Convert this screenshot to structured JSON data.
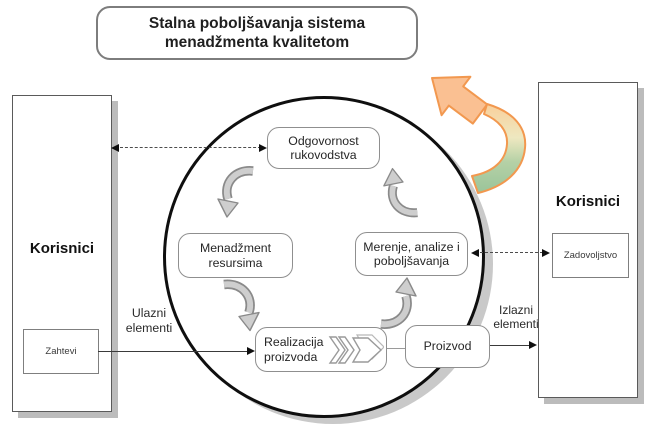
{
  "title": "Stalna poboljšavanja sistema menadžmenta kvalitetom",
  "left_panel": {
    "label": "Korisnici",
    "requirements_label": "Zahtevi",
    "input_flow_label": "Ulazni elementi"
  },
  "right_panel": {
    "label": "Korisnici",
    "satisfaction_label": "Zadovoljstvo",
    "output_flow_label": "Izlazni elementi"
  },
  "cycle_nodes": {
    "responsibility": "Odgovornost rukovodstva",
    "resources": "Menadžment resursima",
    "measurement": "Merenje, analize i poboljšavanja",
    "realization": "Realizacija proizvoda",
    "product": "Proizvod"
  },
  "icons": {
    "cycle_arrow": "curved-gray-cycle-arrow",
    "improvement_arrow": "orange-green-improvement-arrow",
    "process_chevrons": "right-chevron-process-arrows"
  },
  "colors": {
    "improvement_arrow_border": "#f2984f",
    "improvement_arrow_top": "#fbd4a0",
    "improvement_arrow_bottom": "#9cc49a",
    "circle_border": "#0f0f0f",
    "shadow": "#c4c4c4",
    "node_border": "#8f8f8f",
    "dashed_line": "#4c4c4c"
  }
}
